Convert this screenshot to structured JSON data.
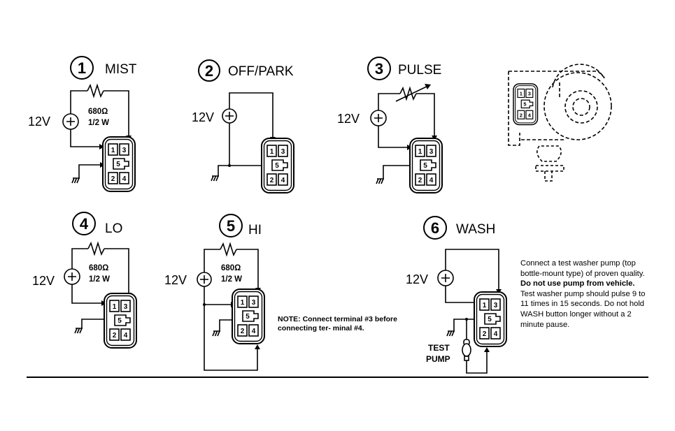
{
  "figure": {
    "colors": {
      "ink": "#000000",
      "paper": "#ffffff"
    },
    "supply_label": "12V",
    "ground_label": "ground",
    "terminals": [
      "1",
      "3",
      "5",
      "2",
      "4"
    ],
    "panels": [
      {
        "number": "1",
        "title": "MIST",
        "resistor": {
          "value": "680Ω",
          "rating": "1/2 W"
        }
      },
      {
        "number": "2",
        "title": "OFF/PARK"
      },
      {
        "number": "3",
        "title": "PULSE",
        "resistor": {
          "type": "variable"
        }
      },
      {
        "number": "4",
        "title": "LO",
        "resistor": {
          "value": "680Ω",
          "rating": "1/2 W"
        }
      },
      {
        "number": "5",
        "title": "HI",
        "resistor": {
          "value": "680Ω",
          "rating": "1/2 W"
        },
        "note": "NOTE: Connect terminal #3 before connecting ter- minal #4."
      },
      {
        "number": "6",
        "title": "WASH",
        "pump_label_1": "TEST",
        "pump_label_2": "PUMP",
        "info_1": "Connect a test washer pump (top bottle-mount type) of proven quality.",
        "info_bold": "Do not use pump from vehicle.",
        "info_2": "Test washer pump should pulse 9 to 11 times in 15 seconds. Do not hold WASH button longer without a 2 minute pause."
      }
    ]
  }
}
